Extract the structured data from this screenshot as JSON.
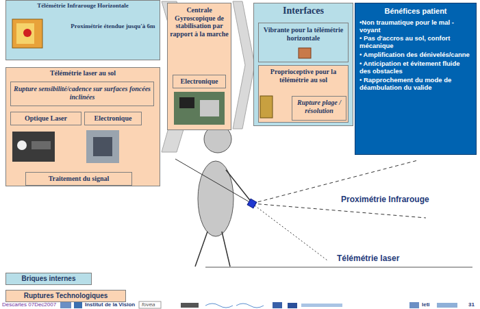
{
  "diagram": {
    "nodes": [
      {
        "text": [
          "Télémétrie Infrarouge Horizontale",
          "Proximétrie étendue jusqu'à 6m"
        ]
      },
      {
        "text": [
          "Télémétrie laser au sol"
        ]
      },
      {
        "text": [
          "Rupture sensibilité/cadence sur surfaces foncées inclinées"
        ],
        "in": 1
      },
      {
        "text": [
          "Optique Laser"
        ],
        "in": 1
      },
      {
        "text": [
          "Electronique"
        ],
        "in": 1
      },
      {
        "text": [
          "Traitement du signal"
        ],
        "in": 1
      },
      {
        "text": [
          "Centrale Gyroscopique de stabilisation par rapport à la marche"
        ]
      },
      {
        "text": [
          "Electronique"
        ],
        "in": 6
      },
      {
        "text": [
          "Interfaces"
        ]
      },
      {
        "text": [
          "Vibrante pour la télémétrie horizontale"
        ],
        "in": 8
      },
      {
        "text": [
          "Proprioceptive pour la télémétrie au sol"
        ],
        "in": 8
      },
      {
        "text": [
          "Rupture plage / résolution"
        ],
        "in": 10
      },
      {
        "text": [
          "Bénéfices patient",
          "•Non traumatique pour le mal - voyant",
          "• Pas d'accros au sol, confort mécanique",
          "• Amplification des dénivelés/canne",
          "• Anticipation et évitement fluide des obstacles",
          "• Rapprochement du mode de déambulation du valide"
        ]
      }
    ],
    "labels": [
      "Proximétrie Infrarouge",
      "Télémétrie laser",
      "Descartes 07Dec2007",
      "Institut de la Vision",
      "fovea",
      "leti",
      "31"
    ],
    "legend": [
      {
        "text": "Briques internes",
        "color": "#b7dee8"
      },
      {
        "text": "Ruptures Technologiques",
        "color": "#fbd4b4"
      }
    ]
  }
}
